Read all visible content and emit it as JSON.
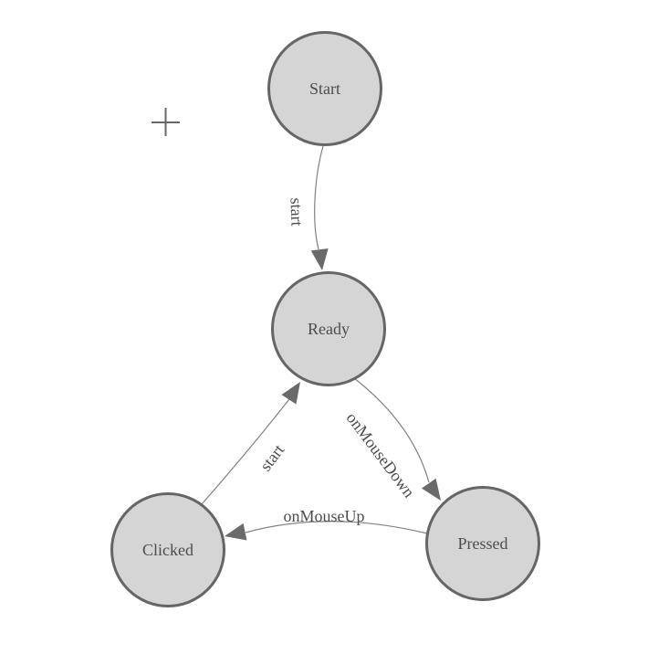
{
  "diagram": {
    "type": "state-machine",
    "nodes": [
      {
        "id": "start",
        "label": "Start"
      },
      {
        "id": "ready",
        "label": "Ready"
      },
      {
        "id": "clicked",
        "label": "Clicked"
      },
      {
        "id": "pressed",
        "label": "Pressed"
      }
    ],
    "transitions": [
      {
        "from": "start",
        "to": "ready",
        "label": "start"
      },
      {
        "from": "clicked",
        "to": "ready",
        "label": "start"
      },
      {
        "from": "ready",
        "to": "pressed",
        "label": "onMouseDown"
      },
      {
        "from": "pressed",
        "to": "clicked",
        "label": "onMouseUp"
      }
    ],
    "cursor": {
      "icon": "plus-crosshair"
    },
    "colors": {
      "background": "#ffffff",
      "node_fill": "#d5d5d5",
      "node_stroke": "#666666",
      "edge_stroke": "#828282",
      "arrow_fill": "#6a6a6a",
      "label_text": "#4d4d4d",
      "crosshair": "#666666"
    }
  }
}
